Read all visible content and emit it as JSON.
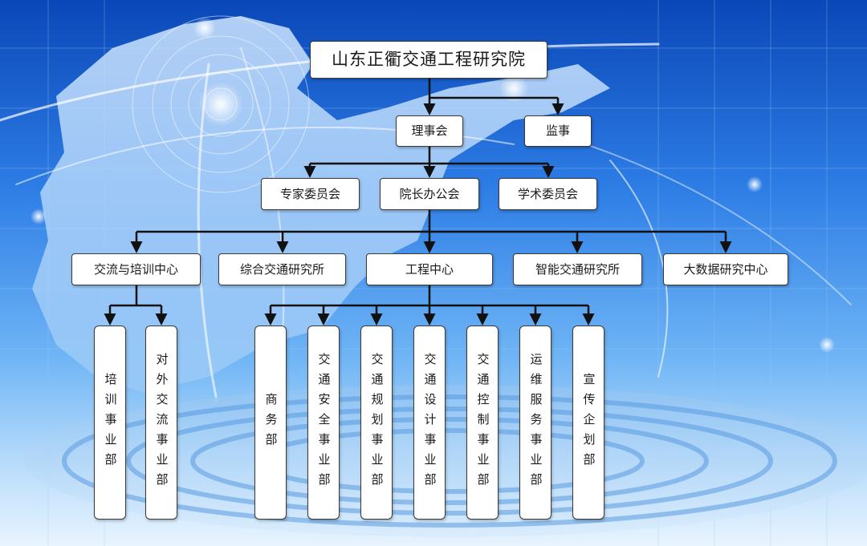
{
  "colors": {
    "line": "#111111",
    "box_fill": "#ffffff",
    "box_border": "#3a3a3a"
  },
  "root": "山东正衢交通工程研究院",
  "level1": {
    "board": "理事会",
    "supervisor": "监事"
  },
  "level2": {
    "expert_committee": "专家委员会",
    "president_office": "院长办公会",
    "academic_committee": "学术委员会"
  },
  "level3": {
    "exchange_training_center": "交流与培训中心",
    "comprehensive_transport_institute": "综合交通研究所",
    "engineering_center": "工程中心",
    "intelligent_transport_institute": "智能交通研究所",
    "big_data_center": "大数据研究中心"
  },
  "level4_training": {
    "training_division": "培训事业部",
    "external_exchange_division": "对外交流事业部"
  },
  "level4_engineering": {
    "business_dept": "商务部",
    "traffic_safety_division": "交通安全事业部",
    "traffic_planning_division": "交通规划事业部",
    "traffic_design_division": "交通设计事业部",
    "traffic_control_division": "交通控制事业部",
    "operations_service_division": "运维服务事业部",
    "publicity_planning_dept": "宣传企划部"
  }
}
